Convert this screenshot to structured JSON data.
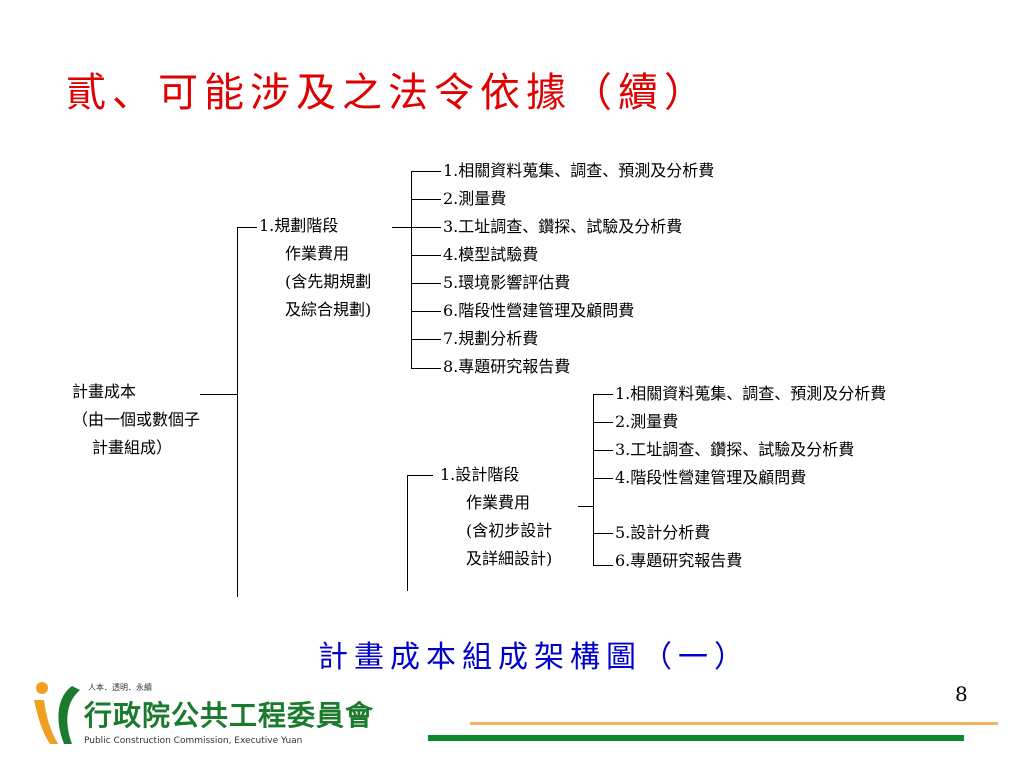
{
  "title": "貳、可能涉及之法令依據（續）",
  "root": {
    "line1": "計畫成本",
    "line2": "（由一個或數個子",
    "line3": "計畫組成）"
  },
  "planning": {
    "line1": "1.規劃階段",
    "line2": "作業費用",
    "line3": "(含先期規劃",
    "line4": "及綜合規劃)",
    "items": [
      "1.相關資料蒐集、調查、預測及分析費",
      "2.測量費",
      "3.工址調查、鑽探、試驗及分析費",
      "4.模型試驗費",
      "5.環境影響評估費",
      "6.階段性營建管理及顧問費",
      "7.規劃分析費",
      "8.專題研究報告費"
    ]
  },
  "design": {
    "line1": "1.設計階段",
    "line2": "作業費用",
    "line3": "(含初步設計",
    "line4": "及詳細設計)",
    "items": [
      "1.相關資料蒐集、調查、預測及分析費",
      "2.測量費",
      "3.工址調查、鑽探、試驗及分析費",
      "4.階段性營建管理及顧問費",
      "5.設計分析費",
      "6.專題研究報告費"
    ]
  },
  "caption": "計畫成本組成架構圖（一）",
  "page_number": "8",
  "logo": {
    "tagline": "人本．透明．永續",
    "name": "行政院公共工程委員會",
    "english": "Public Construction Commission, Executive Yuan"
  },
  "colors": {
    "title": "#e00000",
    "caption": "#0000cc",
    "logo_green": "#1a7a2e",
    "rule_orange": "#f2b35b",
    "rule_green": "#0a8a2a"
  }
}
